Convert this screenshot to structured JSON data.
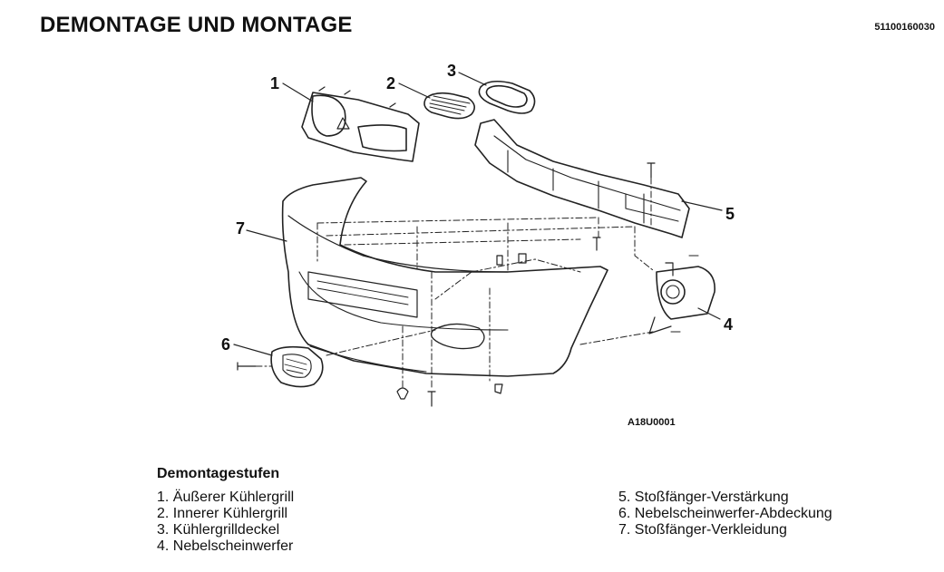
{
  "header": {
    "title": "DEMONTAGE UND MONTAGE",
    "doc_number": "51100160030"
  },
  "diagram": {
    "figure_id": "A18U0001",
    "callouts": [
      "1",
      "2",
      "3",
      "4",
      "5",
      "6",
      "7"
    ]
  },
  "steps": {
    "heading": "Demontagestufen",
    "left": [
      "1. Äußerer Kühlergrill",
      "2. Innerer Kühlergrill",
      "3. Kühlergrilldeckel",
      "4. Nebelscheinwerfer"
    ],
    "right": [
      "5. Stoßfänger-Verstärkung",
      "6. Nebelscheinwerfer-Abdeckung",
      "7. Stoßfänger-Verkleidung"
    ]
  }
}
